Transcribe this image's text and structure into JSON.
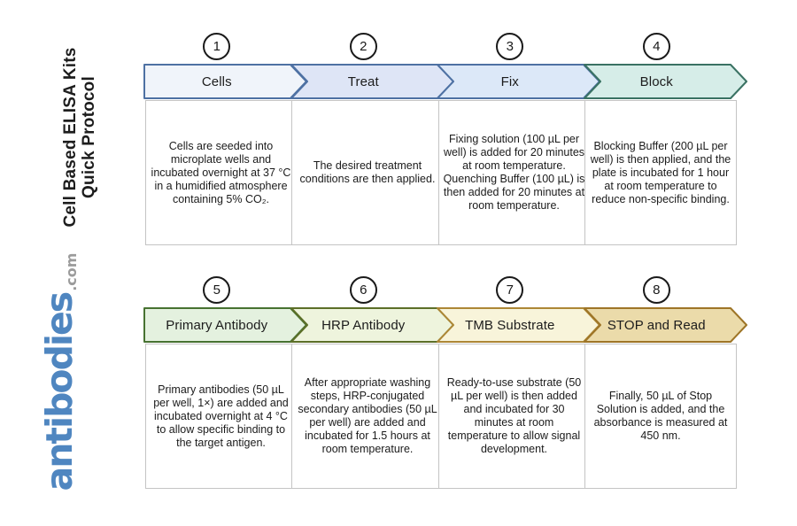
{
  "sidebar": {
    "title_line1": "Cell Based ELISA Kits",
    "title_line2": "Quick Protocol",
    "logo_main": "antibodies",
    "logo_suffix": ".com",
    "logo_color": "#4f86c0",
    "logo_suffix_color": "#9b9b9b"
  },
  "steps": [
    {
      "number": "1",
      "label": "Cells",
      "description": "Cells are seeded into microplate wells and incubated overnight at 37 °C in a humidified atmosphere containing 5% CO₂.",
      "fill": "#f0f4fa",
      "stroke": "#4e71a3"
    },
    {
      "number": "2",
      "label": "Treat",
      "description": "The desired treatment conditions are then applied.",
      "fill": "#dee5f6",
      "stroke": "#4e71a3"
    },
    {
      "number": "3",
      "label": "Fix",
      "description": "Fixing solution (100 µL per well) is added for 20 minutes at room temperature. Quenching Buffer (100 µL) is then added for 20 minutes at room temperature.",
      "fill": "#dce8f8",
      "stroke": "#4e71a3"
    },
    {
      "number": "4",
      "label": "Block",
      "description": "Blocking Buffer (200 µL per well) is then applied, and the plate is incubated for 1 hour at room temperature to reduce non-specific binding.",
      "fill": "#d6ede8",
      "stroke": "#3a7263"
    },
    {
      "number": "5",
      "label": "Primary Antibody",
      "description": "Primary antibodies (50 µL per well, 1×) are added and incubated overnight at 4 °C to allow specific binding to the target antigen.",
      "fill": "#e4f1df",
      "stroke": "#477231"
    },
    {
      "number": "6",
      "label": "HRP Antibody",
      "description": "After appropriate washing steps, HRP-conjugated secondary antibodies (50 µL per well) are added and incubated for 1.5 hours at room temperature.",
      "fill": "#eef4dd",
      "stroke": "#5c6f28"
    },
    {
      "number": "7",
      "label": "TMB Substrate",
      "description": "Ready-to-use substrate (50 µL per well) is then added and incubated for 30 minutes at room temperature to allow signal development.",
      "fill": "#f8f4da",
      "stroke": "#ad8736"
    },
    {
      "number": "8",
      "label": "STOP and Read",
      "description": "Finally, 50 µL of Stop Solution is added, and the absorbance is measured at 450 nm.",
      "fill": "#ebdbaa",
      "stroke": "#9e7527"
    }
  ]
}
